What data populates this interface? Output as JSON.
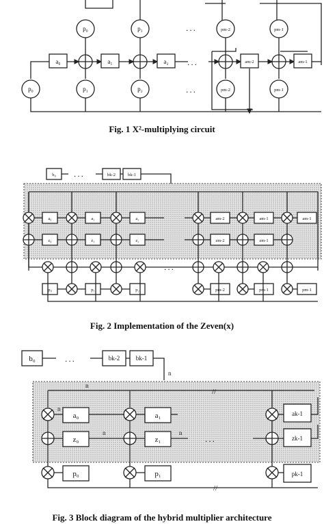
{
  "fig1": {
    "caption": "Fig. 1 X²-multiplying circuit",
    "p_top": [
      "p₀",
      "p₁",
      "pm-2",
      "pm-1"
    ],
    "p_bottom": [
      "p₀",
      "p₁",
      "p₂",
      "pm-2",
      "pm-1"
    ],
    "a_boxes": [
      "a₀",
      "a₁",
      "a₂",
      "am-2",
      "am-1"
    ],
    "ellipsis": "..."
  },
  "fig2": {
    "caption": "Fig. 2 Implementation of the Zeven(x)",
    "b_boxes": [
      "b₀",
      "bk-2",
      "bk-1"
    ],
    "a_boxes": [
      "a₀",
      "a₁",
      "a₂",
      "am-2",
      "am-1",
      "am-1"
    ],
    "z_boxes": [
      "z₀",
      "z₁",
      "z₂",
      "zm-2",
      "zm-1"
    ],
    "p_boxes": [
      "p₀",
      "p₁",
      "p₂",
      "pm-2",
      "pm-1",
      "pm-1"
    ],
    "ellipsis": "..."
  },
  "fig3": {
    "caption": "Fig. 3 Block diagram of the hybrid multiplier architecture",
    "b_boxes": [
      "b₀",
      "bk-2",
      "bk-1"
    ],
    "a_boxes": [
      "a₀",
      "a₁",
      "ak-1"
    ],
    "z_boxes": [
      "z₀",
      "z₁",
      "zk-1"
    ],
    "p_boxes": [
      "p₀",
      "p₁",
      "pk-1"
    ],
    "bus_n": "n",
    "ellipsis": "..."
  }
}
